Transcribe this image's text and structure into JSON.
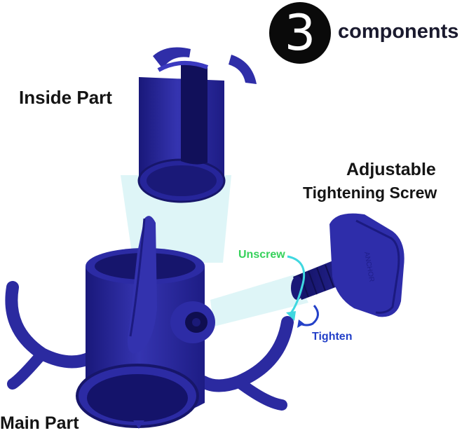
{
  "badge": {
    "number": "3",
    "label": "components"
  },
  "labels": {
    "inside_part": "Inside Part",
    "adjustable": "Adjustable",
    "tightening_screw": "Tightening Screw",
    "unscrew": "Unscrew",
    "tighten": "Tighten",
    "main_part": "Main  Part"
  },
  "colors": {
    "part_blue": "#2d2c9e",
    "part_dark": "#17166a",
    "guide_cyan": "#d8f3f6",
    "unscrew_green": "#35d15a",
    "tighten_blue": "#2340c8",
    "arrow_cyan": "#3fd8e0"
  }
}
